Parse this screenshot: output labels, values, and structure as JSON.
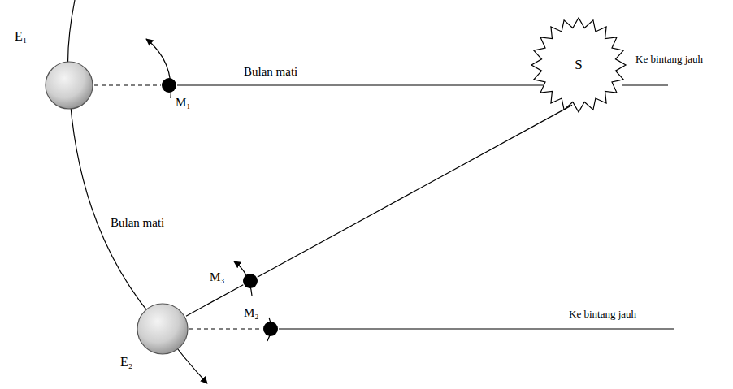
{
  "diagram": {
    "nodes": [
      {
        "text": [
          "E₁"
        ]
      },
      {
        "text": [
          "M₁"
        ]
      },
      {
        "text": [
          "S"
        ]
      },
      {
        "text": [
          "M₃"
        ]
      },
      {
        "text": [
          "E₂"
        ]
      },
      {
        "text": [
          "M₂"
        ]
      }
    ],
    "edges": [
      {
        "from": 0,
        "to": 1,
        "arrow": "none"
      },
      {
        "from": 1,
        "to": 2,
        "arrow": "none"
      },
      {
        "from": 4,
        "to": 3,
        "arrow": "none"
      },
      {
        "from": 3,
        "to": 2,
        "arrow": "none"
      },
      {
        "from": 4,
        "to": 5,
        "arrow": "none"
      }
    ],
    "labels": [
      "Bulan mati",
      "Bulan mati",
      "Ke bintang jauh",
      "Ke bintang jauh"
    ]
  }
}
